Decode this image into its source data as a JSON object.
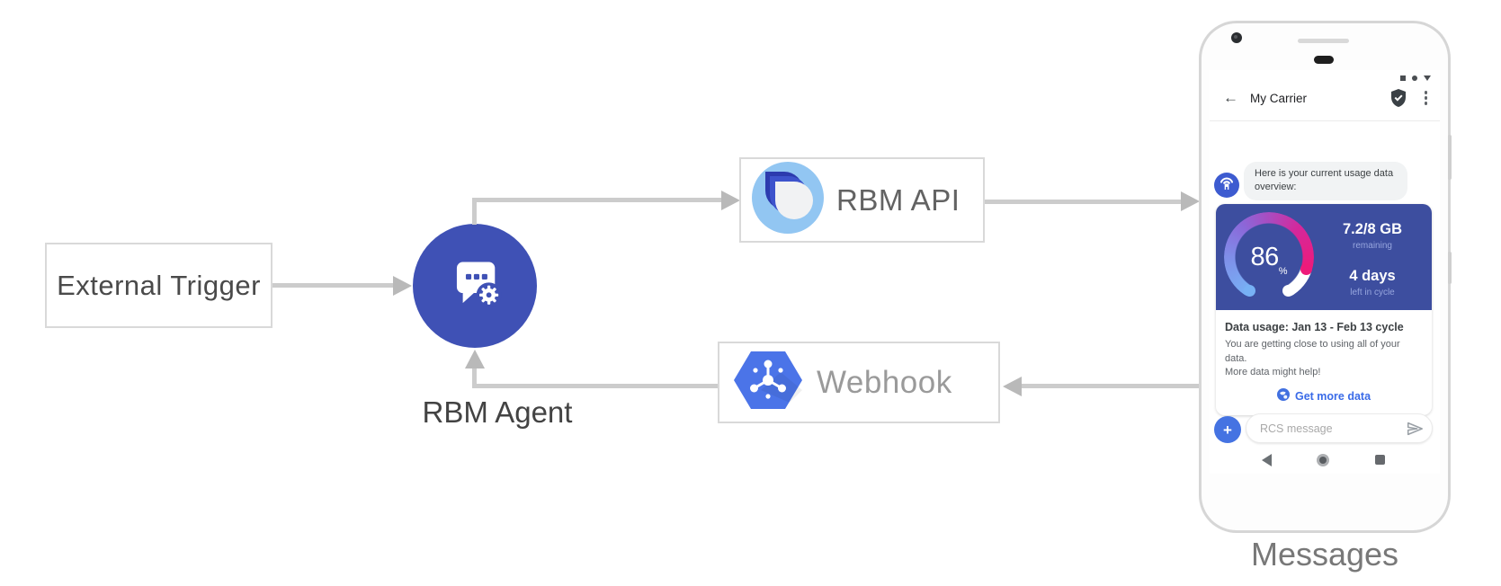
{
  "diagram": {
    "nodes": {
      "external_trigger": "External Trigger",
      "rbm_agent": "RBM Agent",
      "rbm_api": "RBM API",
      "webhook": "Webhook"
    },
    "caption": "Messages"
  },
  "phone": {
    "header": {
      "title": "My Carrier"
    },
    "chat": {
      "bubble_text": "Here is your current usage data overview:"
    },
    "usage_card": {
      "percent": "86",
      "percent_unit": "%",
      "remaining_value": "7.2/8 GB",
      "remaining_label": "remaining",
      "days_value": "4 days",
      "days_label": "left in cycle",
      "title": "Data usage: Jan 13 - Feb 13 cycle",
      "body_line1": "You are getting close to using all of your data.",
      "body_line2": "More data might help!",
      "action_label": "Get more data"
    },
    "composer": {
      "placeholder": "RCS message"
    }
  },
  "icons": {
    "back_arrow": "←",
    "plus": "+"
  },
  "colors": {
    "agent_circle": "#3F51B5",
    "card_blue": "#3D4E9F",
    "gauge_pink": "#EE1A7A",
    "gauge_blue": "#77B1F5",
    "link_blue": "#3A6BE8",
    "arrow_gray": "#CCCCCC"
  }
}
